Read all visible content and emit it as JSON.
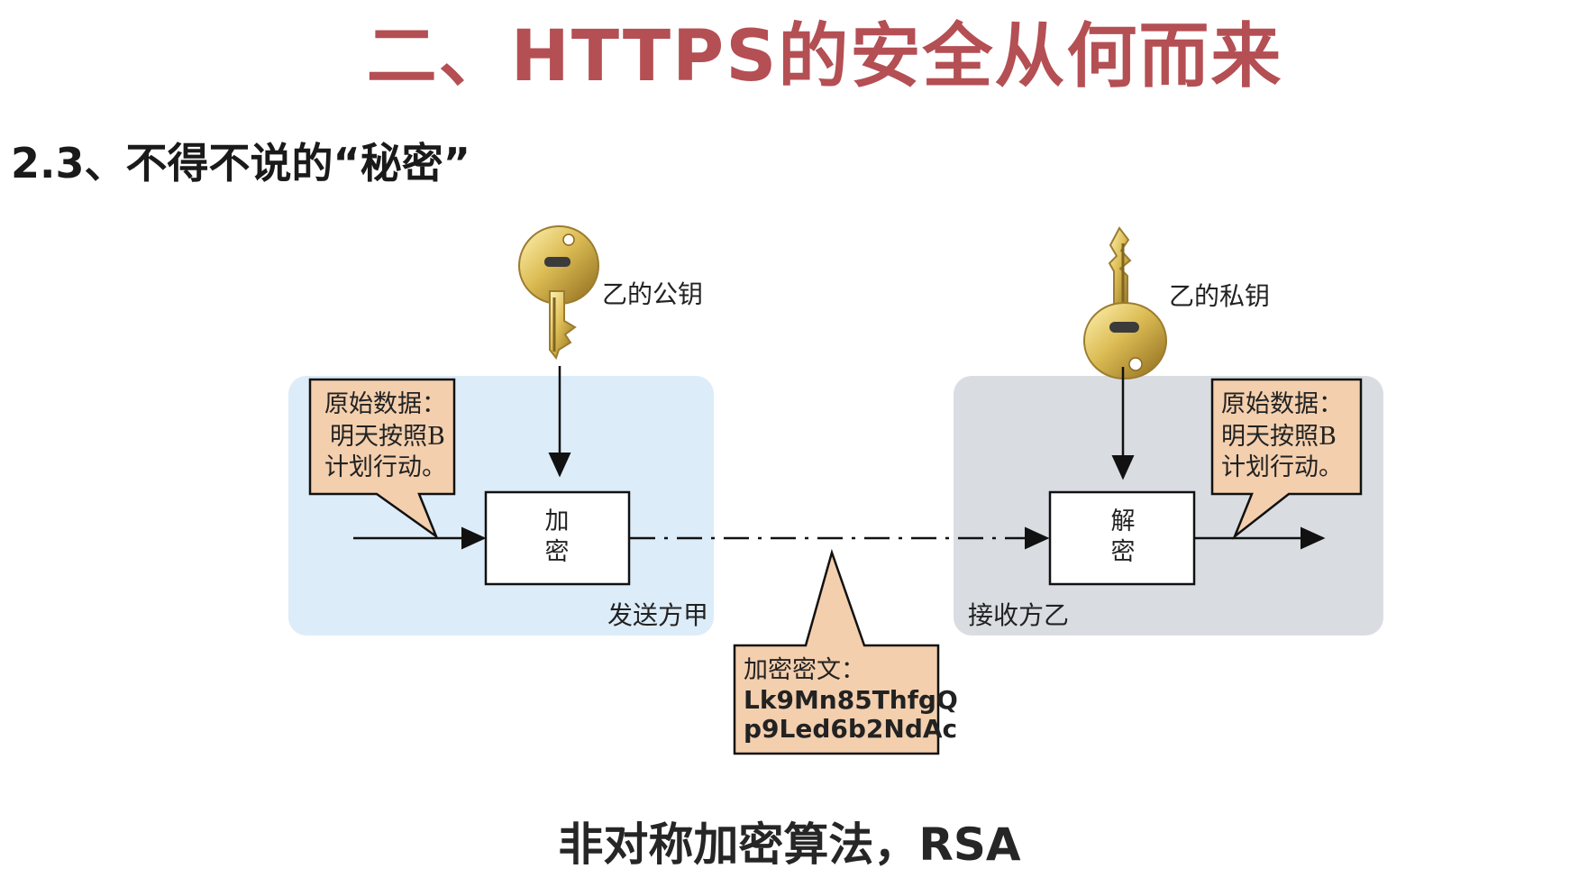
{
  "slide": {
    "title": "二、HTTPS的安全从何而来",
    "section": "2.3、不得不说的“秘密”",
    "caption": "非对称加密算法，RSA"
  },
  "diagram": {
    "public_key_label": "乙的公钥",
    "private_key_label": "乙的私钥",
    "public_key_icon": "key-icon",
    "private_key_icon": "key-icon",
    "sender": {
      "label": "发送方甲",
      "note": {
        "line1": "原始数据：",
        "line2": "明天按照B",
        "line3": "计划行动。"
      },
      "process_line1": "加",
      "process_line2": "密"
    },
    "receiver": {
      "label": "接收方乙",
      "note": {
        "line1": "原始数据：",
        "line2": "明天按照B",
        "line3": "计划行动。"
      },
      "process_line1": "解",
      "process_line2": "密"
    },
    "ciphertext": {
      "title": "加密密文：",
      "line1": "Lk9Mn85ThfgQ",
      "line2": "p9Led6b2NdAc"
    }
  },
  "colors": {
    "title": "#b44f54",
    "sender_zone": "#dcecf9",
    "receiver_zone": "#d9dde2",
    "note_fill": "#f3cfae",
    "key_gold": "#d6b24d"
  }
}
